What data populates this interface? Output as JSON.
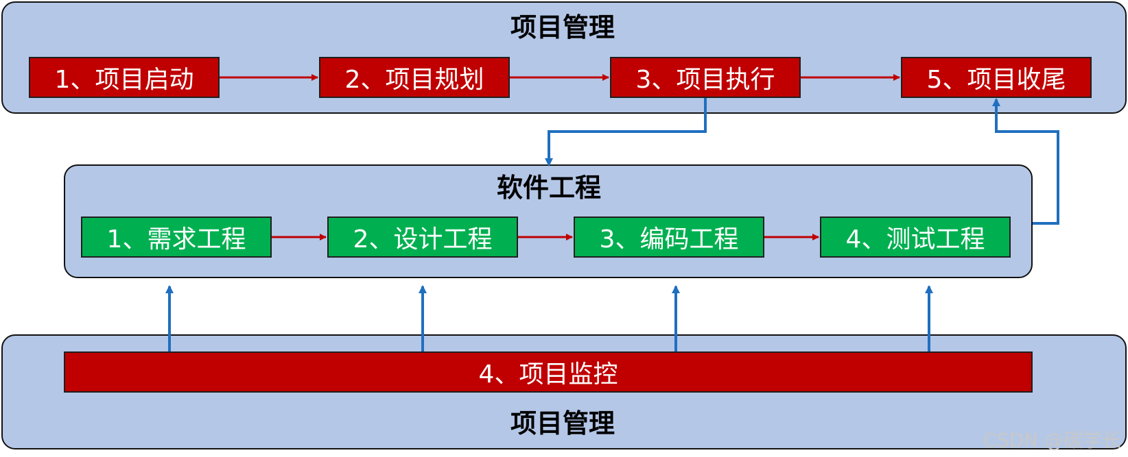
{
  "colors": {
    "panel_fill": "#b4c7e7",
    "pm_box": "#c00000",
    "se_box": "#00b050",
    "red_arrow": "#c00000",
    "blue_arrow": "#1f6fbf"
  },
  "top_panel": {
    "title": "项目管理",
    "steps": [
      "1、项目启动",
      "2、项目规划",
      "3、项目执行",
      "5、项目收尾"
    ]
  },
  "middle_panel": {
    "title": "软件工程",
    "steps": [
      "1、需求工程",
      "2、设计工程",
      "3、编码工程",
      "4、测试工程"
    ]
  },
  "bottom_panel": {
    "monitor_label": "4、项目监控",
    "title": "项目管理"
  },
  "watermark": "CSDN @碳学长"
}
